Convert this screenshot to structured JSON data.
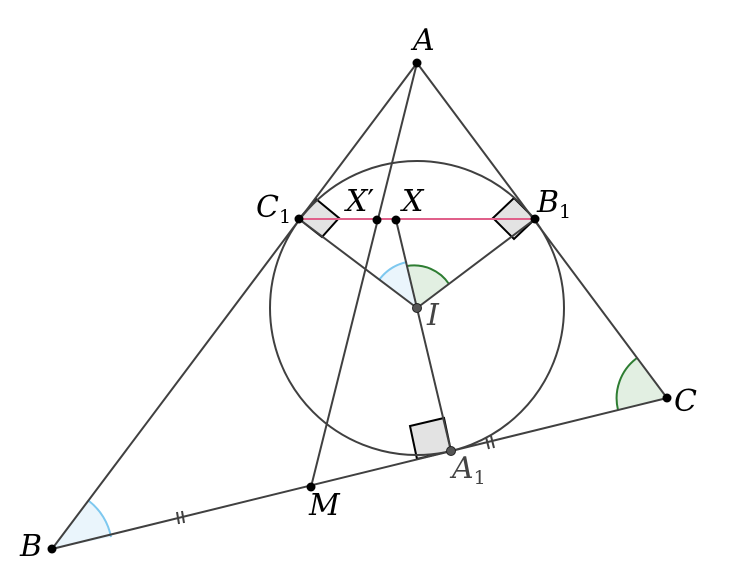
{
  "diagram": {
    "labels": {
      "A": "A",
      "B": "B",
      "C": "C",
      "M": "M",
      "I": "I",
      "X": "X",
      "Xp_base": "X",
      "Xp_prime": "′",
      "C1_base": "C",
      "C1_sub": "1",
      "B1_base": "B",
      "B1_sub": "1",
      "A1_base": "A",
      "A1_sub": "1"
    },
    "colors": {
      "stroke": "#404040",
      "point": "#000000",
      "pink_segment": "#e0608a",
      "blue_angle": "#7ec8ef",
      "blue_fill": "#eaf5fc",
      "green_angle": "#2e7d32",
      "green_fill": "#e2efe2",
      "right_angle_fill": "#e3e3e3"
    }
  }
}
